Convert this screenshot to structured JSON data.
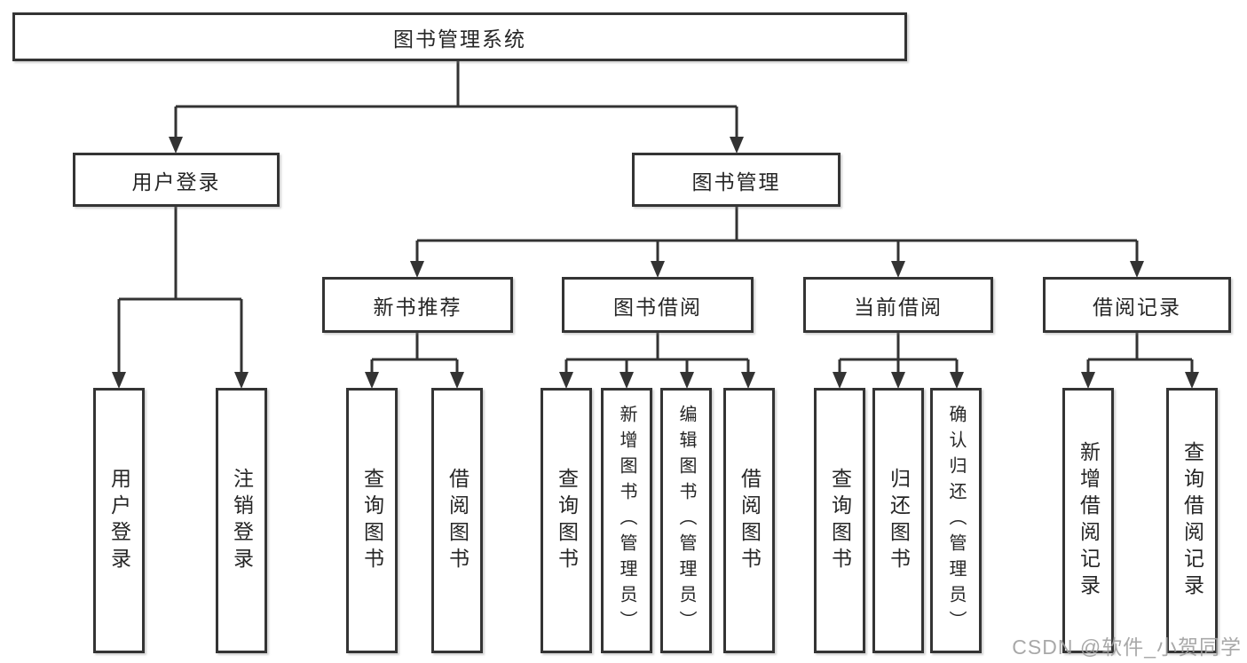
{
  "title": "图书管理系统",
  "nodes": {
    "root": "图书管理系统",
    "level2": [
      {
        "label": "用户登录"
      },
      {
        "label": "图书管理"
      }
    ],
    "level3": [
      {
        "label": "新书推荐"
      },
      {
        "label": "图书借阅"
      },
      {
        "label": "当前借阅"
      },
      {
        "label": "借阅记录"
      }
    ],
    "leaves": [
      {
        "label": "用户登录"
      },
      {
        "label": "注销登录"
      },
      {
        "label": "查询图书"
      },
      {
        "label": "借阅图书"
      },
      {
        "label": "查询图书"
      },
      {
        "label": "新增图书（管理员）"
      },
      {
        "label": "编辑图书（管理员）"
      },
      {
        "label": "借阅图书"
      },
      {
        "label": "查询图书"
      },
      {
        "label": "归还图书"
      },
      {
        "label": "确认归还（管理员）"
      },
      {
        "label": "新增借阅记录"
      },
      {
        "label": "查询借阅记录"
      }
    ]
  },
  "hierarchy": {
    "图书管理系统": [
      "用户登录",
      "图书管理"
    ],
    "用户登录": [
      "用户登录",
      "注销登录"
    ],
    "图书管理": [
      "新书推荐",
      "图书借阅",
      "当前借阅",
      "借阅记录"
    ],
    "新书推荐": [
      "查询图书",
      "借阅图书"
    ],
    "图书借阅": [
      "查询图书",
      "新增图书（管理员）",
      "编辑图书（管理员）",
      "借阅图书"
    ],
    "当前借阅": [
      "查询图书",
      "归还图书",
      "确认归还（管理员）"
    ],
    "借阅记录": [
      "新增借阅记录",
      "查询借阅记录"
    ]
  },
  "watermark": "CSDN @软件_小贺同学",
  "colors": {
    "line": "#333333",
    "border": "#343434",
    "text": "#262626",
    "box_background": "#ffffff",
    "page_background": "#ffffff",
    "watermark": "#9e9e9e"
  }
}
